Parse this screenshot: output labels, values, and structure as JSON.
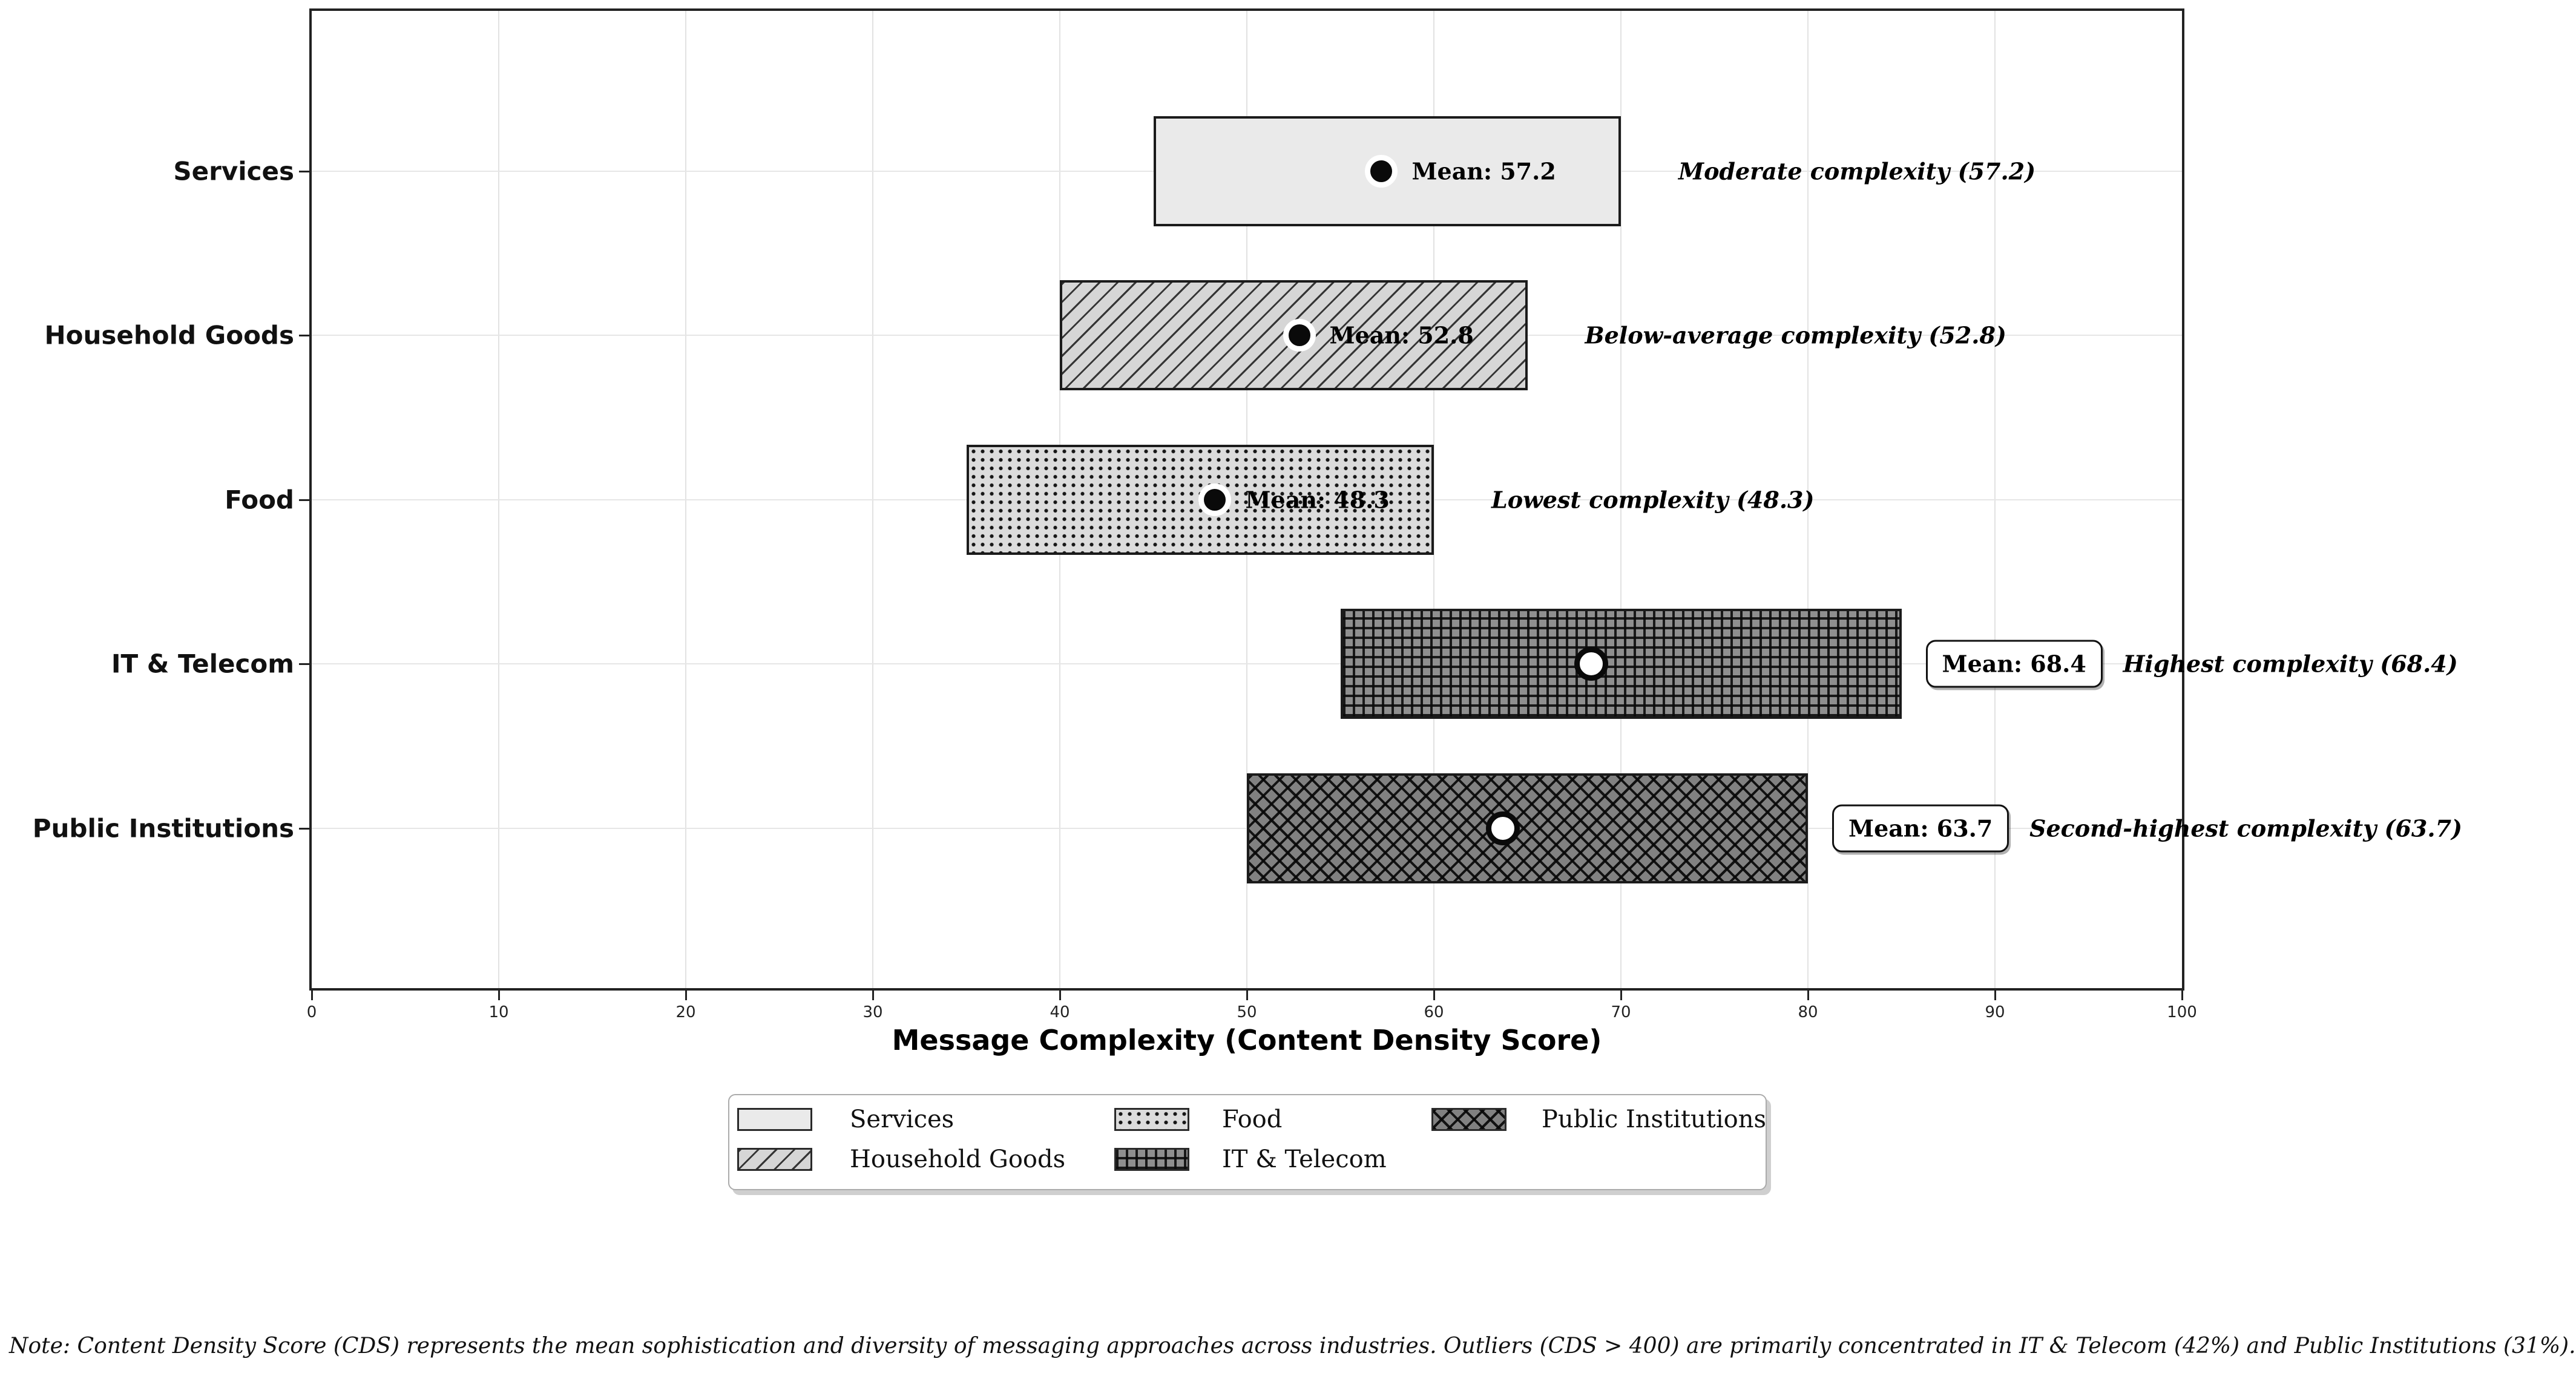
{
  "chart_data": {
    "type": "bar",
    "subtype": "horizontal-range-bars",
    "title": "",
    "xlabel": "Message Complexity (Content Density Score)",
    "xlim": [
      0,
      100
    ],
    "xticks": [
      0,
      10,
      20,
      30,
      40,
      50,
      60,
      70,
      80,
      90,
      100
    ],
    "grid": "on",
    "legend_position": "below-axis",
    "categories": [
      "Services",
      "Household Goods",
      "Food",
      "IT & Telecom",
      "Public Institutions"
    ],
    "series": [
      {
        "name": "Services",
        "range_low": 45,
        "range_high": 70,
        "mean": 57.2,
        "mean_label": "Mean: 57.2",
        "annotation": "Moderate complexity (57.2)",
        "pattern": "plain",
        "mean_marker": "black-dot-white-ring",
        "mean_label_boxed": false
      },
      {
        "name": "Household Goods",
        "range_low": 40,
        "range_high": 65,
        "mean": 52.8,
        "mean_label": "Mean: 52.8",
        "annotation": "Below-average complexity (52.8)",
        "pattern": "diagonal-hatch",
        "mean_marker": "black-dot-white-ring",
        "mean_label_boxed": false
      },
      {
        "name": "Food",
        "range_low": 35,
        "range_high": 60,
        "mean": 48.3,
        "mean_label": "Mean: 48.3",
        "annotation": "Lowest complexity (48.3)",
        "pattern": "dots",
        "mean_marker": "black-dot-white-ring",
        "mean_label_boxed": false
      },
      {
        "name": "IT & Telecom",
        "range_low": 55,
        "range_high": 85,
        "mean": 68.4,
        "mean_label": "Mean: 68.4",
        "annotation": "Highest complexity (68.4)",
        "pattern": "grid",
        "mean_marker": "white-dot-black-ring",
        "mean_label_boxed": true
      },
      {
        "name": "Public Institutions",
        "range_low": 50,
        "range_high": 80,
        "mean": 63.7,
        "mean_label": "Mean: 63.7",
        "annotation": "Second-highest complexity (63.7)",
        "pattern": "crosshatch",
        "mean_marker": "white-dot-black-ring",
        "mean_label_boxed": true
      }
    ],
    "legend_items": [
      {
        "label": "Services",
        "pattern": "plain"
      },
      {
        "label": "Household Goods",
        "pattern": "diagonal-hatch"
      },
      {
        "label": "Food",
        "pattern": "dots"
      },
      {
        "label": "IT & Telecom",
        "pattern": "grid"
      },
      {
        "label": "Public Institutions",
        "pattern": "crosshatch"
      }
    ],
    "note": "Note: Content Density Score (CDS) represents the mean sophistication and diversity of messaging approaches across industries. Outliers (CDS > 400) are primarily concentrated in IT & Telecom (42%) and Public Institutions (31%)."
  },
  "colors": {
    "edge": "#1b1b1b",
    "spine": "#222222",
    "gridline": "#e2e2e2",
    "bar_services": "#eaeaea",
    "bar_household": "#d6d6d6",
    "bar_food": "#dcdcdc",
    "bar_it": "#8f8f8f",
    "bar_public": "#818181",
    "text": "#111111"
  }
}
